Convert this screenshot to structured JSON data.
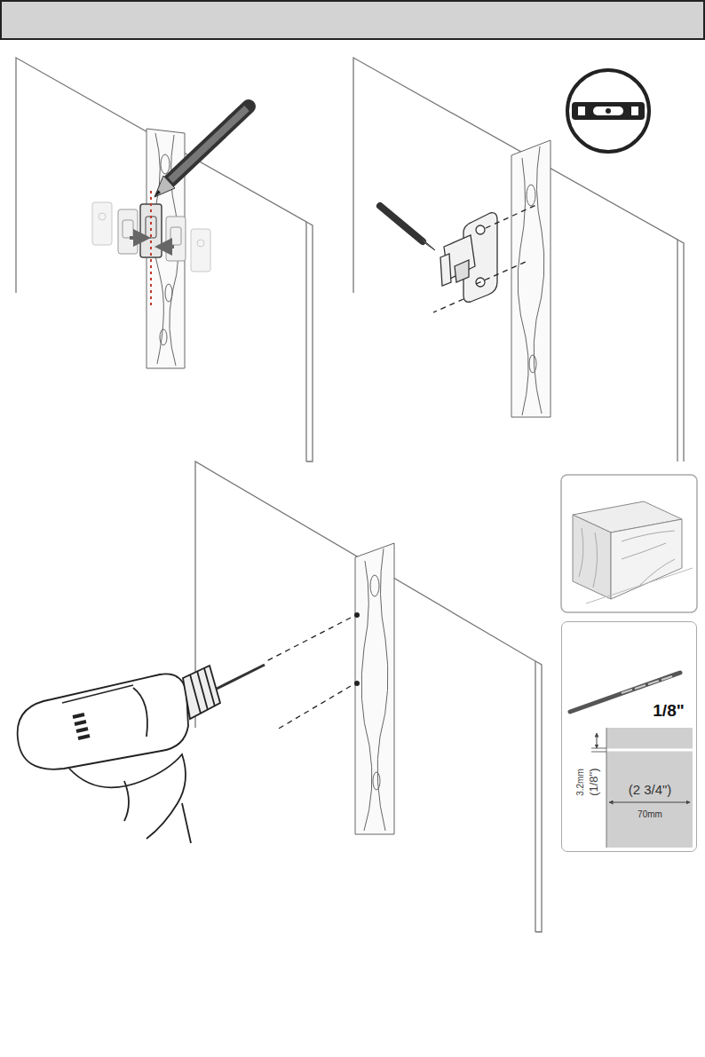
{
  "diagram": {
    "nodes": [
      {
        "text": [
          "1/8\"",
          "(1/8\")",
          "3.2mm",
          "(2 3/4\")",
          "70mm"
        ]
      }
    ]
  }
}
